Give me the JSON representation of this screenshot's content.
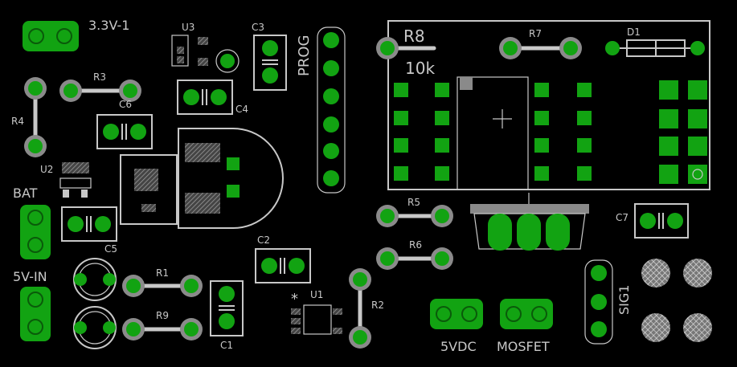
{
  "board": {
    "background": "#000000",
    "silkscreen_color": "#c8c8c8",
    "pad_color": "#12a312",
    "pad_ring_color": "#8a8a8a",
    "labels": {
      "v33": "3.3V-1",
      "u3": "U3",
      "c3": "C3",
      "prog": "PROG",
      "r8": "R8",
      "r8_value": "10k",
      "r7": "R7",
      "d1": "D1",
      "r3": "R3",
      "c6": "C6",
      "c4": "C4",
      "r4": "R4",
      "u2": "U2",
      "bat": "BAT",
      "c5": "C5",
      "v5in": "5V-IN",
      "r1": "R1",
      "r9": "R9",
      "c1": "C1",
      "c2": "C2",
      "u1": "U1",
      "u1_mark": "*",
      "r2": "R2",
      "r5": "R5",
      "r6": "R6",
      "c7": "C7",
      "sig1": "SIG1",
      "v5dc": "5VDC",
      "mosfet": "MOSFET"
    }
  }
}
